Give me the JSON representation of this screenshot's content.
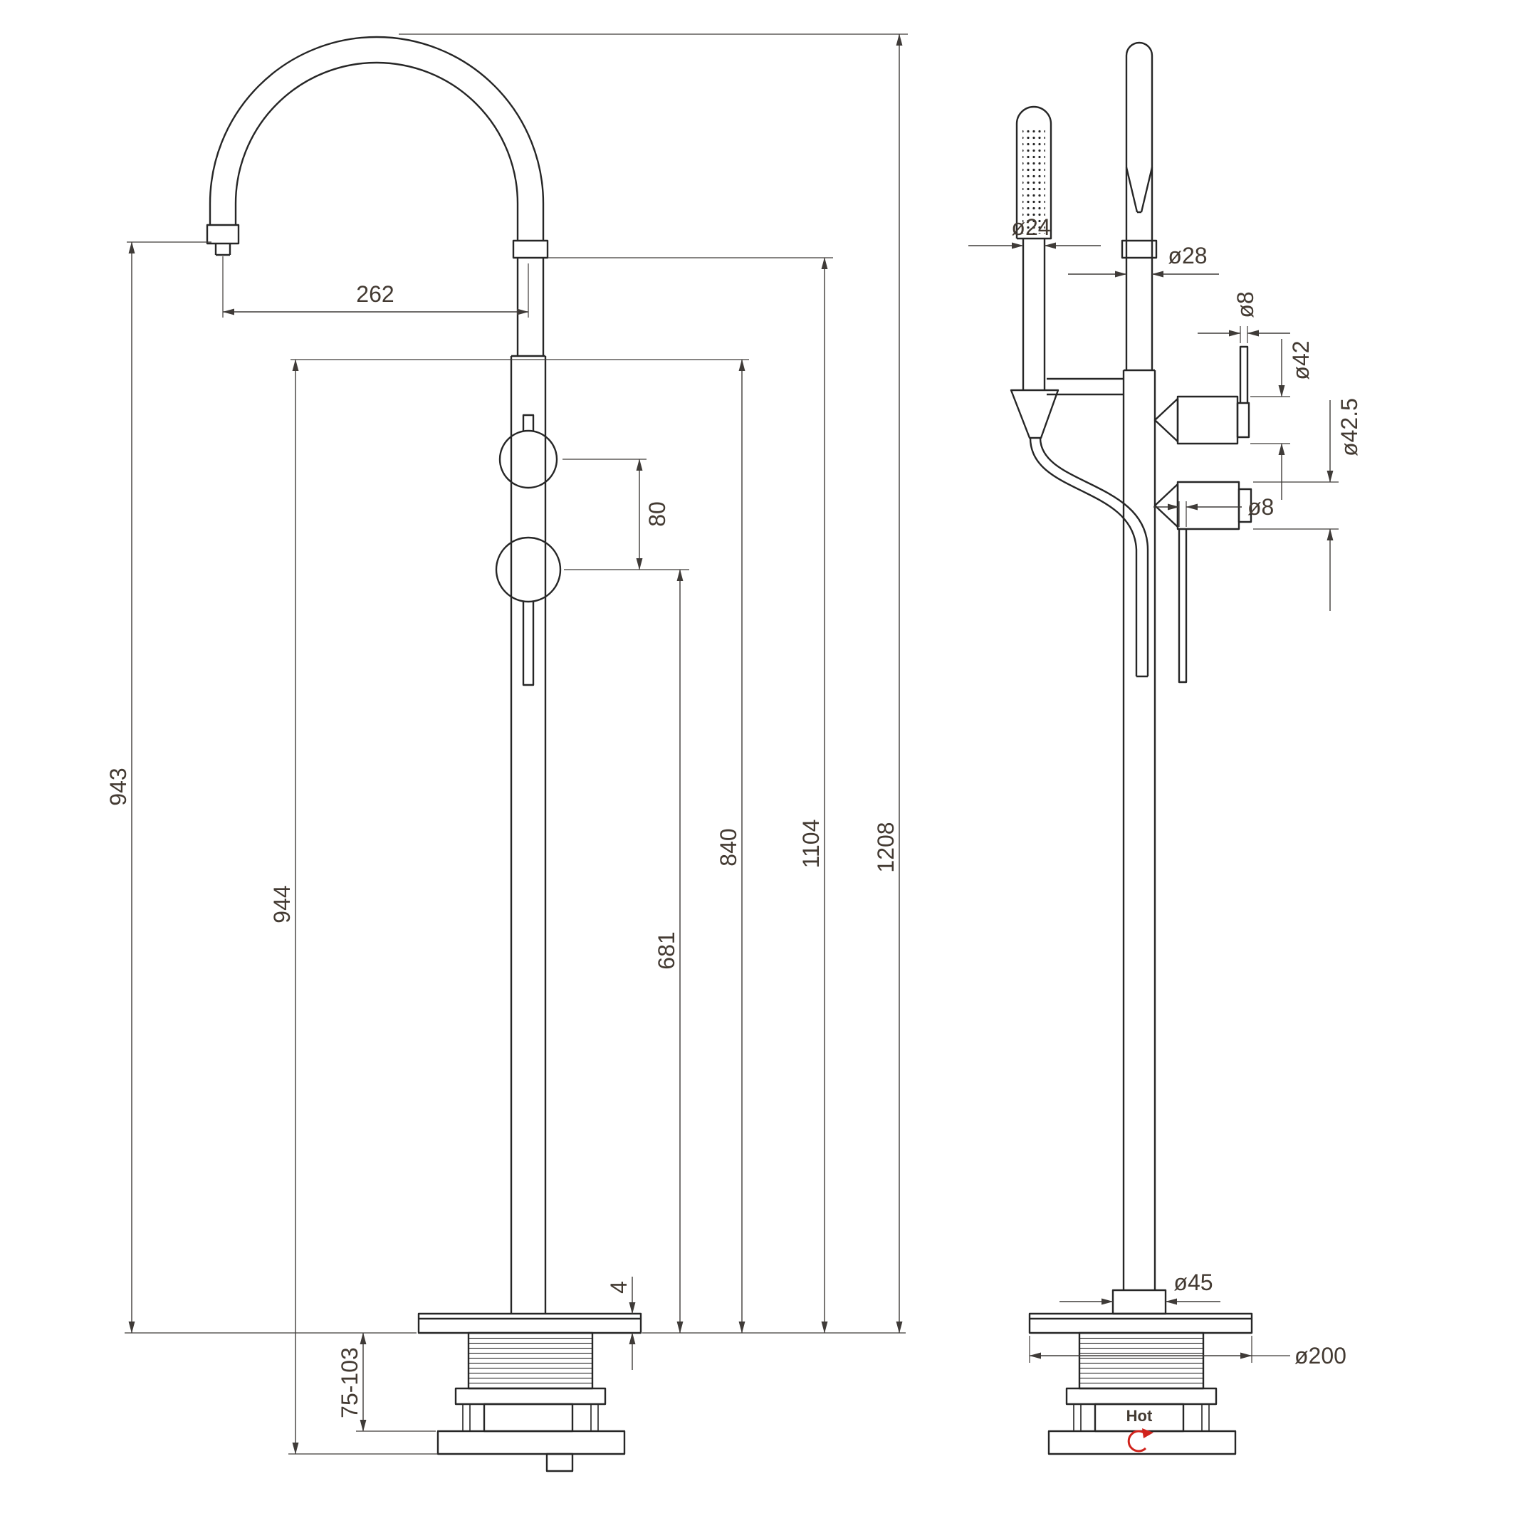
{
  "colors": {
    "line": "#262626",
    "dim": "#3f3b38",
    "text": "#433a32",
    "hot": "#d0231c"
  },
  "front_view": {
    "d262": "262",
    "d943": "943",
    "d944": "944",
    "d80": "80",
    "d681": "681",
    "d840": "840",
    "d1104": "1104",
    "d1208": "1208",
    "d4": "4",
    "d75_103": "75-103"
  },
  "side_view": {
    "d24": "ø24",
    "d28": "ø28",
    "d8_top": "ø8",
    "d42": "ø42",
    "d42_5": "ø42.5",
    "d8_bottom": "ø8",
    "d45": "ø45",
    "d200": "ø200",
    "hot": "Hot"
  }
}
